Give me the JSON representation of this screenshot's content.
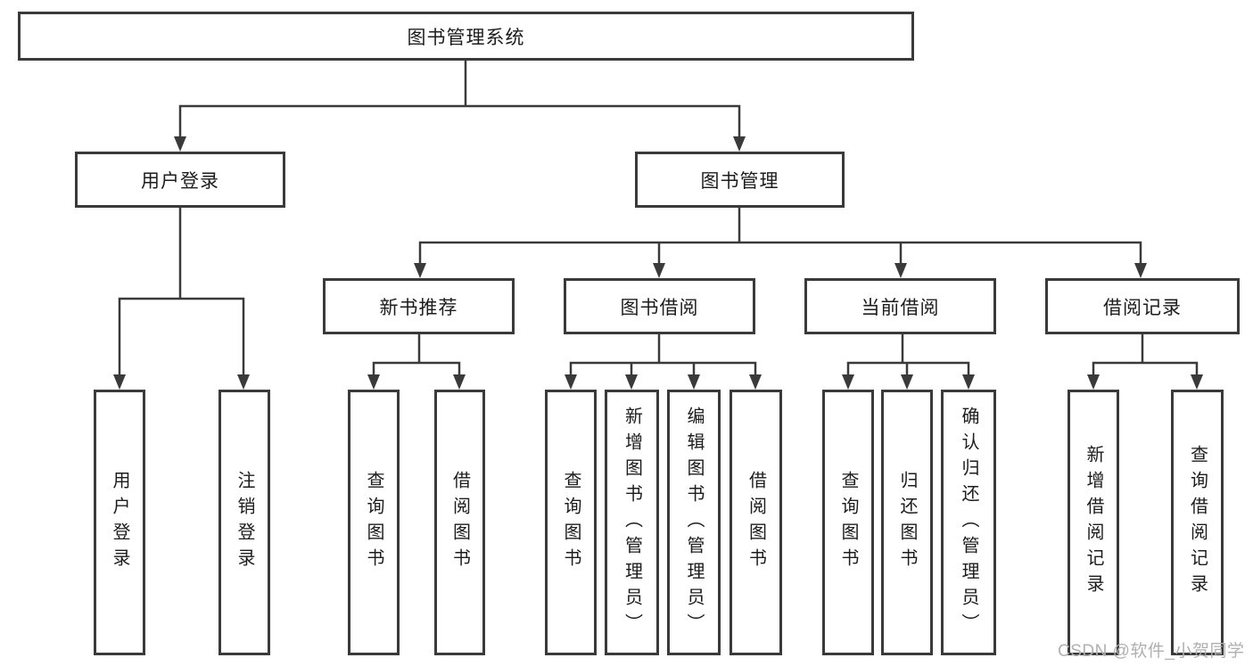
{
  "diagram": {
    "title": "图书管理系统",
    "root": {
      "label": "图书管理系统"
    },
    "level2": {
      "user_login": {
        "label": "用户登录"
      },
      "book_mgmt": {
        "label": "图书管理"
      }
    },
    "level3": {
      "new_book_rec": {
        "label": "新书推荐"
      },
      "book_borrow": {
        "label": "图书借阅"
      },
      "current_borrow": {
        "label": "当前借阅"
      },
      "borrow_records": {
        "label": "借阅记录"
      }
    },
    "leaves": {
      "user_login": {
        "label": "用户登录"
      },
      "logout": {
        "label": "注销登录"
      },
      "nbr_query_book": {
        "label": "查询图书"
      },
      "nbr_borrow_book": {
        "label": "借阅图书"
      },
      "bb_query_book": {
        "label": "查询图书"
      },
      "bb_add_book": {
        "label": "新增图书（管理员）"
      },
      "bb_edit_book": {
        "label": "编辑图书（管理员）"
      },
      "bb_borrow_book": {
        "label": "借阅图书"
      },
      "cb_query_book": {
        "label": "查询图书"
      },
      "cb_return_book": {
        "label": "归还图书"
      },
      "cb_confirm_return": {
        "label": "确认归还（管理员）"
      },
      "br_add_record": {
        "label": "新增借阅记录"
      },
      "br_query_record": {
        "label": "查询借阅记录"
      }
    }
  },
  "watermark": {
    "text": "CSDN @软件_小贺同学"
  },
  "colors": {
    "line": "#3a3a3a",
    "box_border": "#3a3a3a",
    "text": "#1c1c1c",
    "watermark": "#b0b0b0",
    "background": "#ffffff"
  }
}
